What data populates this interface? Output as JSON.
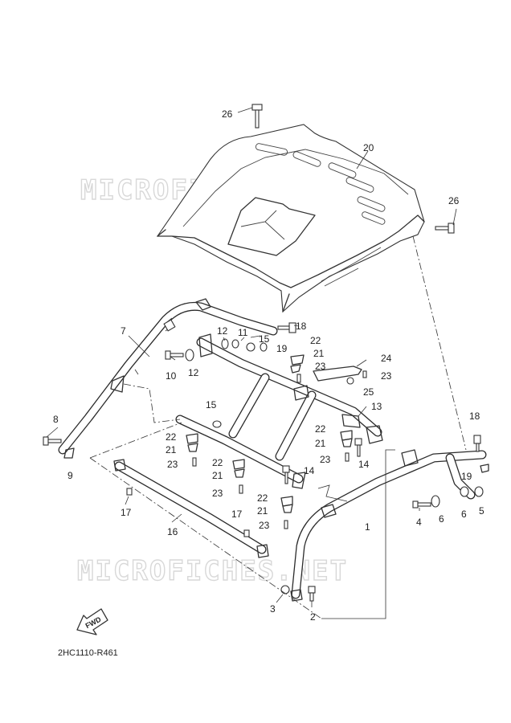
{
  "diagram": {
    "watermark_text": "MICROFICHES.NET",
    "diagram_code": "2HC1110-R461",
    "fwd_label": "FWD",
    "callouts": [
      {
        "id": "c26a",
        "text": "26"
      },
      {
        "id": "c20",
        "text": "20"
      },
      {
        "id": "c26b",
        "text": "26"
      },
      {
        "id": "c7",
        "text": "7"
      },
      {
        "id": "c18a",
        "text": "18"
      },
      {
        "id": "c12a",
        "text": "12"
      },
      {
        "id": "c11",
        "text": "11"
      },
      {
        "id": "c15a",
        "text": "15"
      },
      {
        "id": "c19a",
        "text": "19"
      },
      {
        "id": "c22a",
        "text": "22"
      },
      {
        "id": "c21a",
        "text": "21"
      },
      {
        "id": "c23a",
        "text": "23"
      },
      {
        "id": "c24",
        "text": "24"
      },
      {
        "id": "c23b",
        "text": "23"
      },
      {
        "id": "c25",
        "text": "25"
      },
      {
        "id": "c10",
        "text": "10"
      },
      {
        "id": "c12b",
        "text": "12"
      },
      {
        "id": "c15b",
        "text": "15"
      },
      {
        "id": "c13",
        "text": "13"
      },
      {
        "id": "c8",
        "text": "8"
      },
      {
        "id": "c9",
        "text": "9"
      },
      {
        "id": "c22b",
        "text": "22"
      },
      {
        "id": "c21b",
        "text": "21"
      },
      {
        "id": "c23c",
        "text": "23"
      },
      {
        "id": "c22c",
        "text": "22"
      },
      {
        "id": "c21c",
        "text": "21"
      },
      {
        "id": "c23d",
        "text": "23"
      },
      {
        "id": "c14a",
        "text": "14"
      },
      {
        "id": "c22d",
        "text": "22"
      },
      {
        "id": "c21d",
        "text": "21"
      },
      {
        "id": "c23e",
        "text": "23"
      },
      {
        "id": "c14b",
        "text": "14"
      },
      {
        "id": "c22e",
        "text": "22"
      },
      {
        "id": "c21e",
        "text": "21"
      },
      {
        "id": "c23f",
        "text": "23"
      },
      {
        "id": "c18b",
        "text": "18"
      },
      {
        "id": "c19b",
        "text": "19"
      },
      {
        "id": "c17a",
        "text": "17"
      },
      {
        "id": "c16",
        "text": "16"
      },
      {
        "id": "c17b",
        "text": "17"
      },
      {
        "id": "c1",
        "text": "1"
      },
      {
        "id": "c4",
        "text": "4"
      },
      {
        "id": "c6a",
        "text": "6"
      },
      {
        "id": "c6b",
        "text": "6"
      },
      {
        "id": "c5",
        "text": "5"
      },
      {
        "id": "c3",
        "text": "3"
      },
      {
        "id": "c2",
        "text": "2"
      }
    ]
  }
}
